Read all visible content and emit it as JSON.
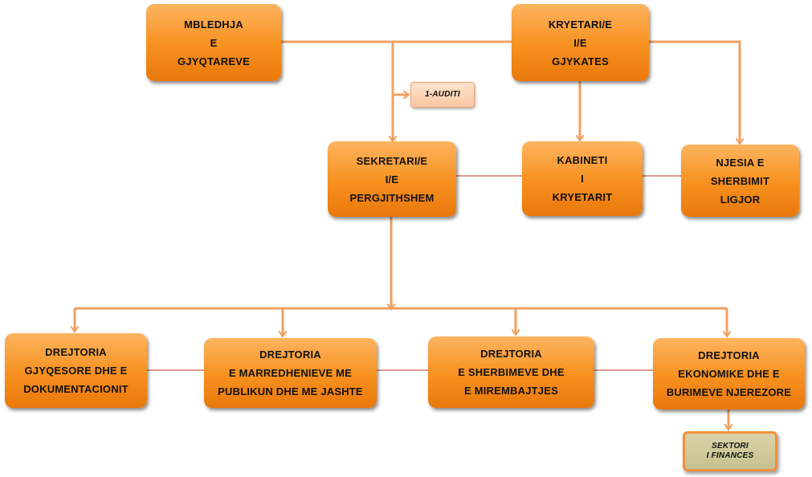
{
  "colors": {
    "box_fill": "#f7901e",
    "connector_arrow": "#f0a060",
    "connector_plain": "#c8604a",
    "audit_fill": "#fbd4b6",
    "finance_fill": "#d2cb9c"
  },
  "nodes": {
    "mbledhja": [
      "MBLEDHJA",
      "E",
      "GJYQTAREVE"
    ],
    "kryetari": [
      "KRYETARI/E",
      "I/E",
      "GJYKATES"
    ],
    "auditi": [
      "1-AUDITI"
    ],
    "sekretari": [
      "SEKRETARI/E",
      "I/E",
      "PERGJITHSHEM"
    ],
    "kabineti": [
      "KABINETI",
      "I",
      "KRYETARIT"
    ],
    "njesia": [
      "NJESIA E",
      "SHERBIMIT",
      "LIGJOR"
    ],
    "drejtoria_gjyqesore": [
      "DREJTORIA",
      "GJYQESORE DHE E",
      "DOKUMENTACIONIT"
    ],
    "drejtoria_marredhenieve": [
      "DREJTORIA",
      "E MARREDHENIEVE ME",
      "PUBLIKUN DHE ME JASHTE"
    ],
    "drejtoria_sherbimeve": [
      "DREJTORIA",
      "E SHERBIMEVE  DHE",
      "E MIREMBAJTJES"
    ],
    "drejtoria_ekonomike": [
      "DREJTORIA",
      "EKONOMIKE DHE E",
      "BURIMEVE NJEREZORE"
    ],
    "sektori_finances": [
      "SEKTORI",
      "I FINANCES"
    ]
  }
}
